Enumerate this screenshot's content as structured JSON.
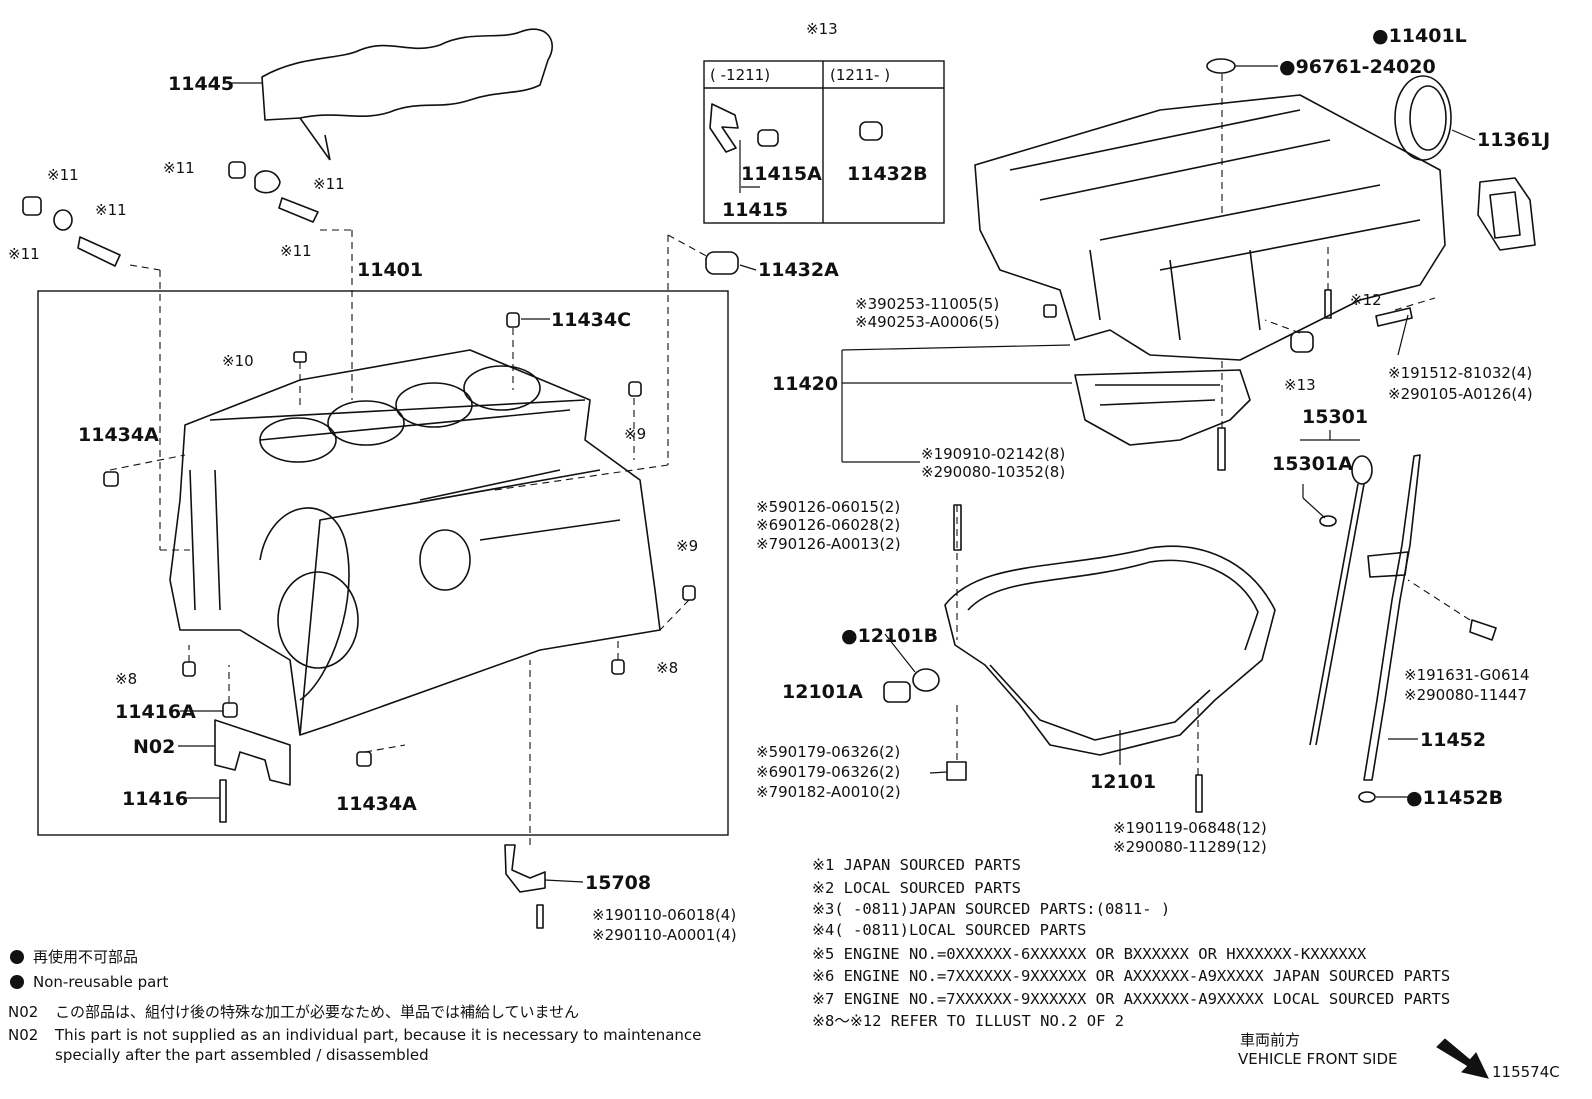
{
  "labels": {
    "p11445": "11445",
    "p11401": "11401",
    "p11434C": "11434C",
    "p11432A": "11432A",
    "p11434A_l": "11434A",
    "p11434A_b": "11434A",
    "p11416A": "11416A",
    "pN02": "N02",
    "p11416": "11416",
    "p15708": "15708",
    "p11415A": "11415A",
    "p11415": "11415",
    "p11432B": "11432B",
    "p11401L": "●11401L",
    "p96761": "●96761-24020",
    "p11361J": "11361J",
    "p11420": "11420",
    "p15301": "15301",
    "p15301A": "15301A",
    "p12101B": "●12101B",
    "p12101A": "12101A",
    "p12101": "12101",
    "p11452": "11452",
    "p11452B": "●11452B",
    "diagram_no": "115574C"
  },
  "refs": {
    "r13_top": "※13",
    "box_col1": "(  -1211)",
    "box_col2": "(1211-   )",
    "r11_a": "※11",
    "r11_b": "※11",
    "r11_c": "※11",
    "r11_d": "※11",
    "r11_e": "※11",
    "r11_f": "※11",
    "r10": "※10",
    "r9_a": "※9",
    "r9_b": "※9",
    "r8_a": "※8",
    "r8_b": "※8",
    "r12": "※12",
    "r13_b": "※13",
    "s390253": "※390253-11005(5)",
    "s490253": "※490253-A0006(5)",
    "s191512": "※191512-81032(4)",
    "s290105": "※290105-A0126(4)",
    "s190910": "※190910-02142(8)",
    "s290080a": "※290080-10352(8)",
    "s590126": "※590126-06015(2)",
    "s690126": "※690126-06028(2)",
    "s790126": "※790126-A0013(2)",
    "s590179": "※590179-06326(2)",
    "s690179": "※690179-06326(2)",
    "s790182": "※790182-A0010(2)",
    "s191631": "※191631-G0614",
    "s290080b": "※290080-11447",
    "s190119": "※190119-06848(12)",
    "s290080c": "※290080-11289(12)",
    "s190110": "※190110-06018(4)",
    "s290110": "※290110-A0001(4)"
  },
  "notes": [
    "※1 JAPAN SOURCED PARTS",
    "※2 LOCAL SOURCED PARTS",
    "※3(   -0811)JAPAN SOURCED PARTS:(0811-   )",
    "※4(   -0811)LOCAL SOURCED PARTS",
    "※5 ENGINE NO.=0XXXXXX-6XXXXXX OR BXXXXXX OR HXXXXXX-KXXXXXX",
    "※6 ENGINE NO.=7XXXXXX-9XXXXXX OR AXXXXXX-A9XXXXX JAPAN SOURCED PARTS",
    "※7 ENGINE NO.=7XXXXXX-9XXXXXX OR AXXXXXX-A9XXXXX LOCAL SOURCED PARTS",
    "※8～※12 REFER TO ILLUST NO.2 OF 2"
  ],
  "legend": {
    "nonreusable_jp": "再使用不可部品",
    "nonreusable_en": "Non-reusable part",
    "n02_code": "N02",
    "n02_jp": "この部品は、組付け後の特殊な加工が必要なため、単品では補給していません",
    "n02_code2": "N02",
    "n02_en_1": "This part is not supplied as an individual part, because it is necessary to maintenance",
    "n02_en_2": "specially after the part assembled / disassembled"
  },
  "direction": {
    "jp": "車両前方",
    "en": "VEHICLE FRONT SIDE"
  }
}
